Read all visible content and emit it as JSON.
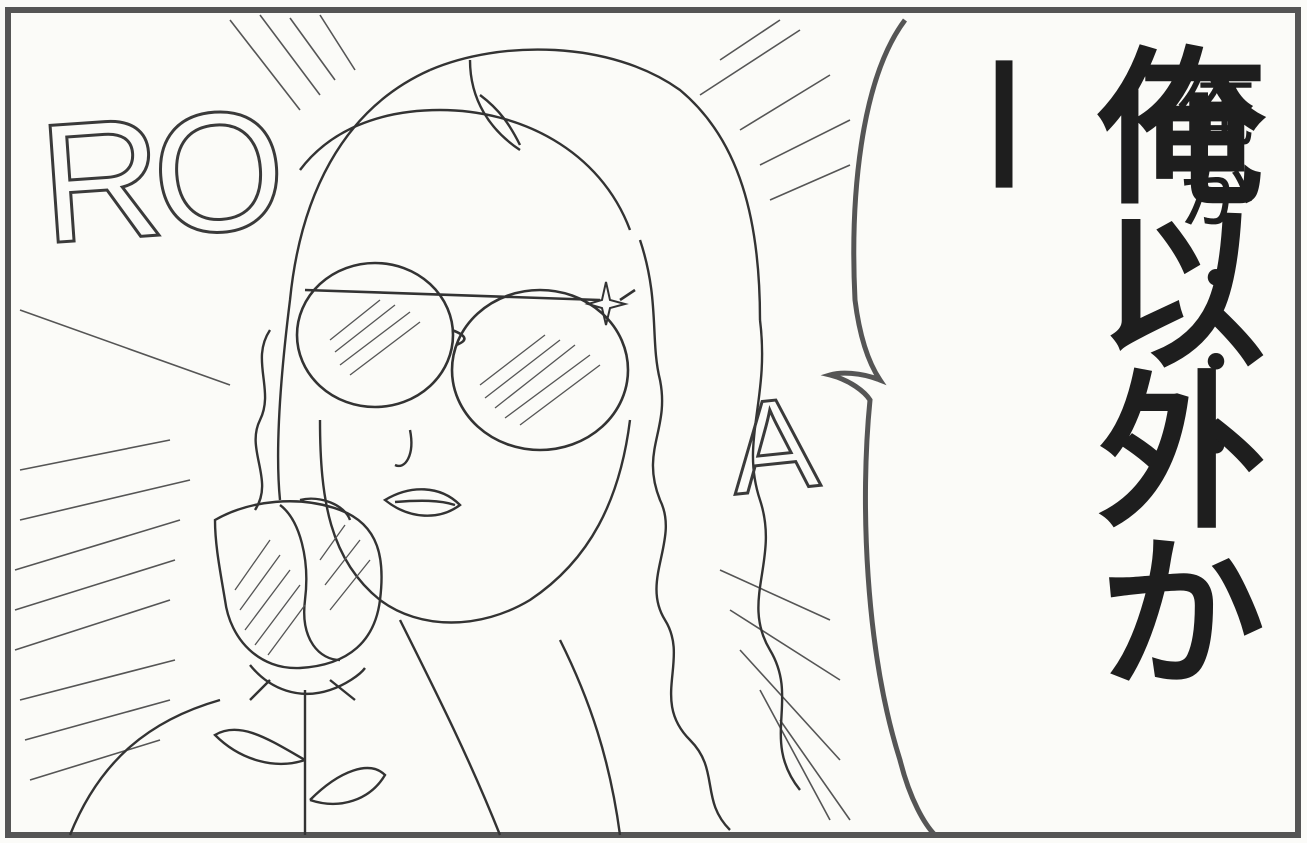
{
  "panel": {
    "sfx_letters_1": "RO",
    "sfx_letters_2": "A",
    "speech": {
      "line_small": "俺か・・・",
      "line_big": "俺以外か－"
    }
  },
  "colors": {
    "ink": "#333333",
    "paper": "#fbfbf8",
    "frame": "#555555"
  }
}
